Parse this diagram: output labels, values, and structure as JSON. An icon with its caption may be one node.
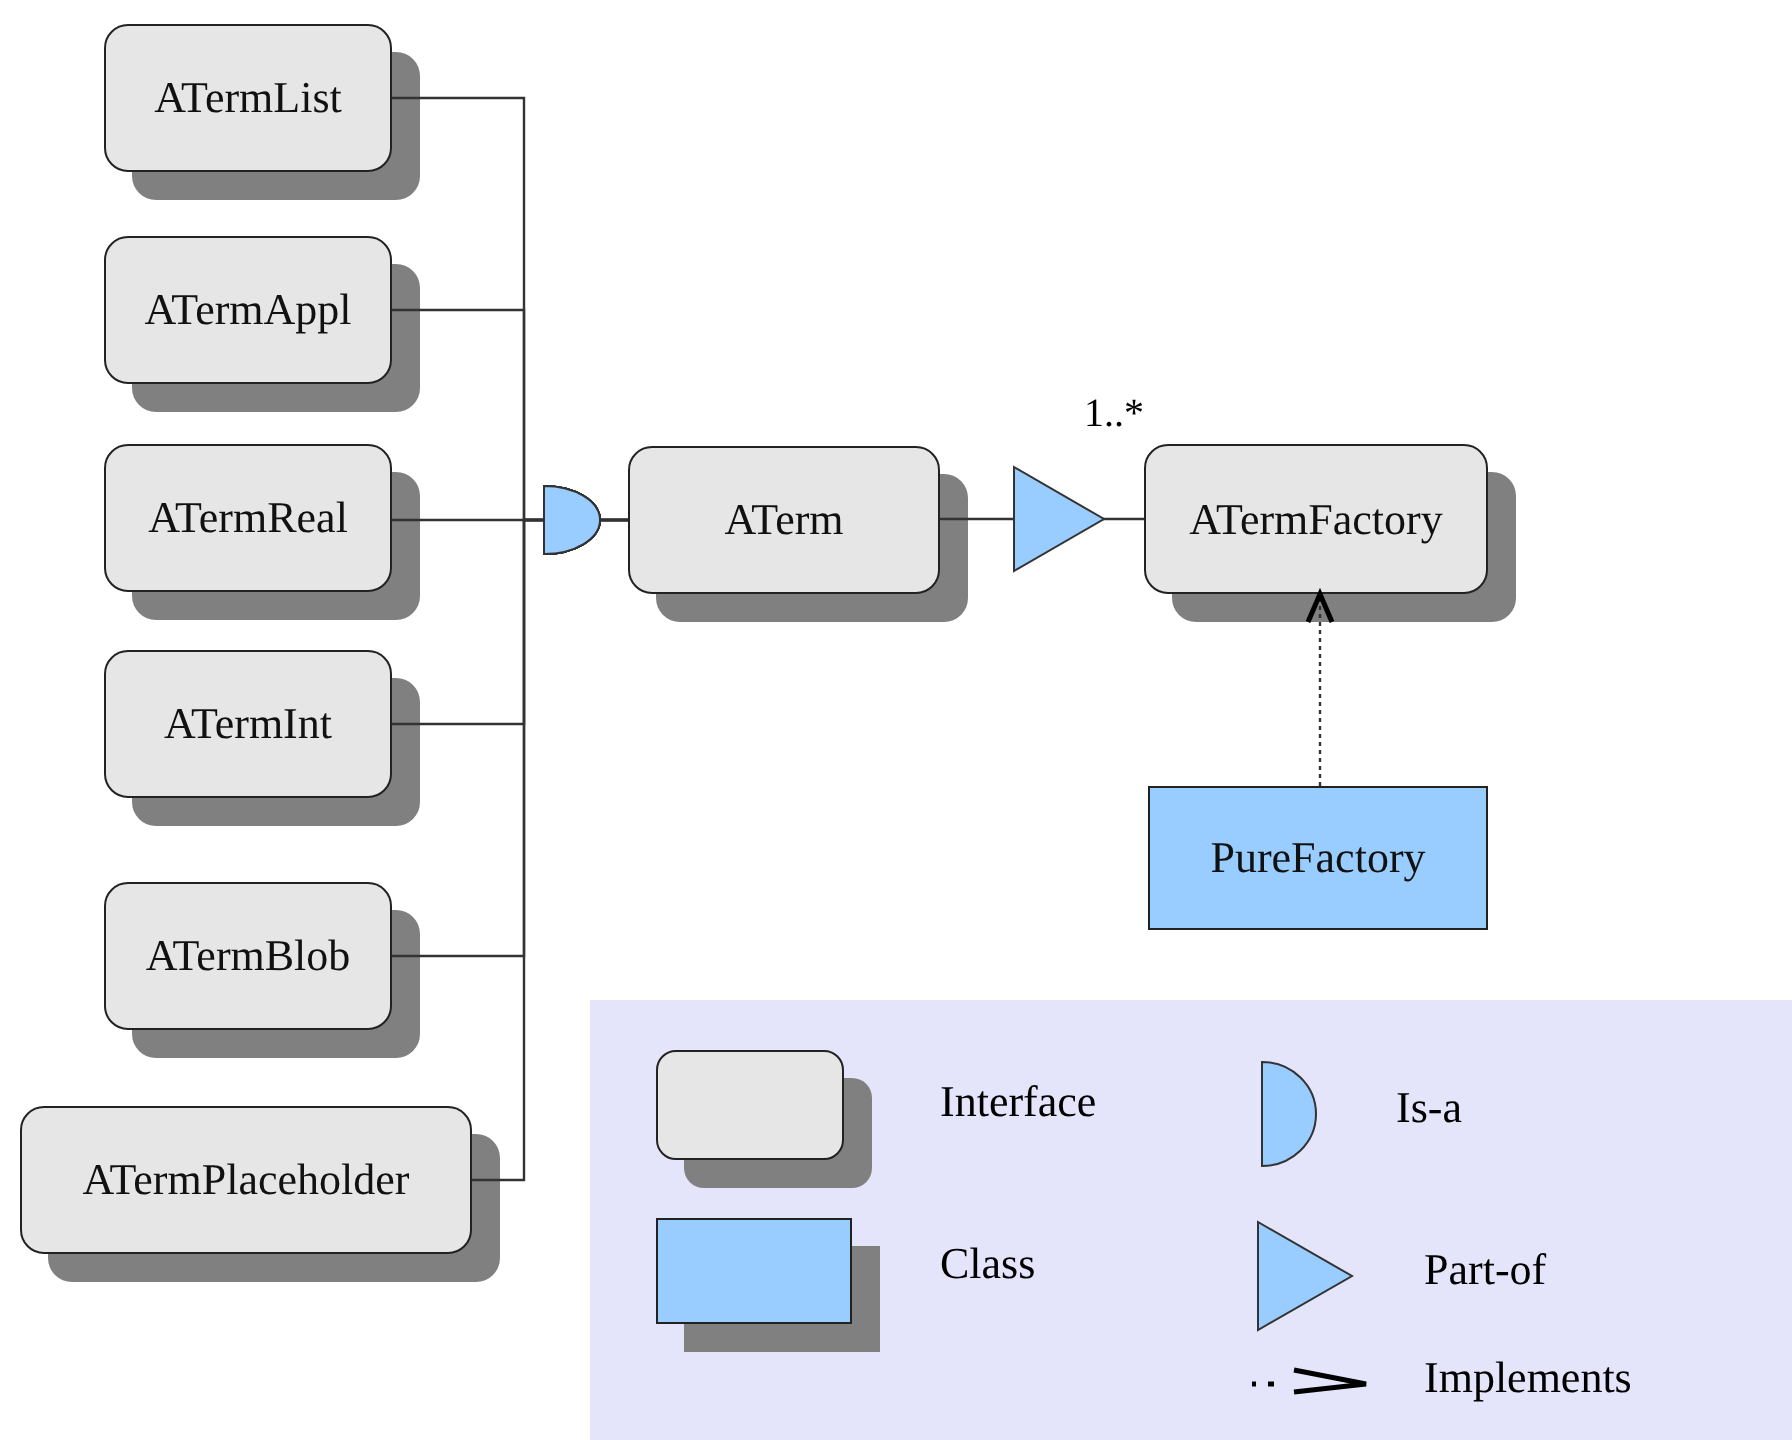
{
  "diagram": {
    "nodes": [
      {
        "text": [
          "ATermList"
        ]
      },
      {
        "text": [
          "ATermAppl"
        ]
      },
      {
        "text": [
          "ATermReal"
        ]
      },
      {
        "text": [
          "ATermInt"
        ]
      },
      {
        "text": [
          "ATermBlob"
        ]
      },
      {
        "text": [
          "ATermPlaceholder"
        ]
      },
      {
        "text": [
          "ATerm"
        ]
      },
      {
        "text": [
          "ATermFactory"
        ]
      },
      {
        "text": [
          "PureFactory"
        ]
      }
    ],
    "edges": [
      {
        "from": 0,
        "to": 6,
        "arrow": "other"
      },
      {
        "from": 1,
        "to": 6,
        "arrow": "other"
      },
      {
        "from": 2,
        "to": 6,
        "arrow": "other"
      },
      {
        "from": 3,
        "to": 6,
        "arrow": "other"
      },
      {
        "from": 4,
        "to": 6,
        "arrow": "other"
      },
      {
        "from": 5,
        "to": 6,
        "arrow": "other"
      },
      {
        "from": 6,
        "to": 7,
        "arrow": "to",
        "label": "1..*"
      },
      {
        "from": 8,
        "to": 7,
        "arrow": "to",
        "style": "dashed"
      }
    ],
    "legend": [
      {
        "text": "Interface",
        "color": "#e6e6e6"
      },
      {
        "text": "Class",
        "color": "#99ccff"
      },
      {
        "text": "Is-a"
      },
      {
        "text": "Part-of"
      },
      {
        "text": "Implements"
      }
    ]
  }
}
